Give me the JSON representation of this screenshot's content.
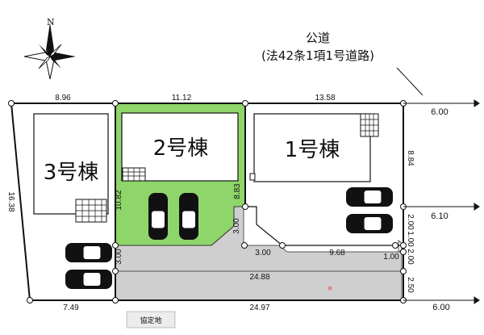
{
  "north_label": "N",
  "road": {
    "line1": "公道",
    "line2": "(法42条1項1号道路)"
  },
  "buildings": {
    "b1": "1号棟",
    "b2": "2号棟",
    "b3": "3号棟"
  },
  "dims": {
    "top_left": "8.96",
    "top_mid": "11.12",
    "top_right": "13.58",
    "left_side": "16.38",
    "lot2_height": "10.82",
    "lot2_right": "8.83",
    "east_upper": "8.84",
    "notch_height": "3.00",
    "left_lower": "3.00",
    "driveway_horiz": "3.00",
    "driveway_length": "9.68",
    "small_1": "1.00",
    "east_2a": "2.00",
    "east_1": "1.00",
    "east_2b": "2.00",
    "lane_length": "24.88",
    "east_lower": "2.50",
    "bottom_left": "7.49",
    "bottom_main": "24.97",
    "road_width_top": "6.00",
    "road_width_mid": "6.10",
    "road_width_bot": "6.00"
  },
  "kyoteichi": "協定地",
  "colors": {
    "lot2_fill": "#8ed66a",
    "lane_fill": "#cfcfcf",
    "marker": "#e58a8a"
  }
}
